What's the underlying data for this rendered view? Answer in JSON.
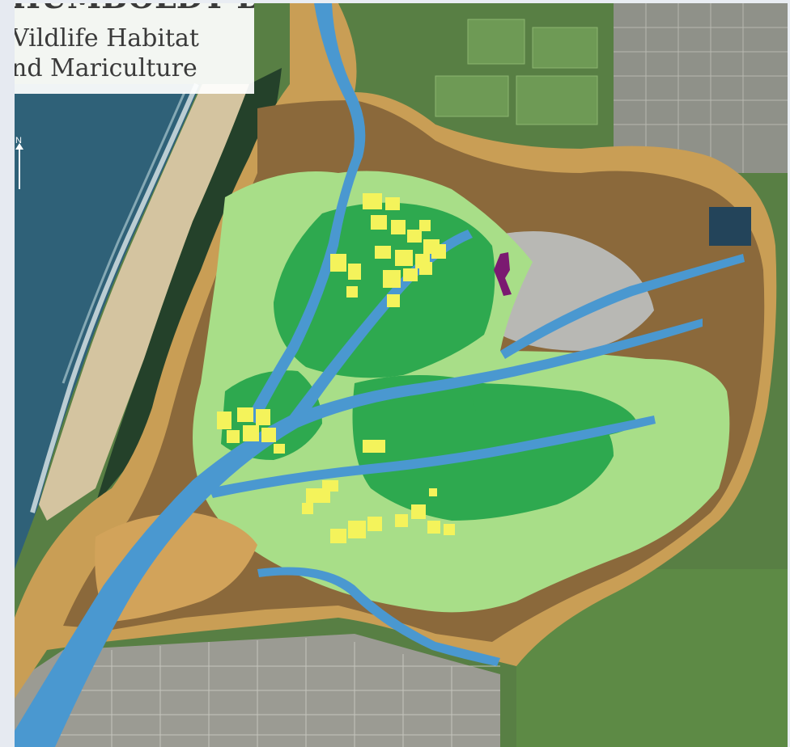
{
  "title": {
    "top_partial": "HUMBOLDT BAY",
    "line1": "Vildlife Habitat",
    "line2": "nd Mariculture"
  },
  "north_label": "N",
  "colors": {
    "ocean": "#2e5f74",
    "channel": "#4a97cf",
    "mudflat_brown": "#8b6a3c",
    "upland_tan": "#c9a05a",
    "eelgrass_dark": "#2eaa4e",
    "eelgrass_light": "#a8df8a",
    "mariculture_yellow": "#f3f35c",
    "purple_zone": "#7a1b70",
    "town": "#9a9a92",
    "farmland": "#4e7a3c",
    "forest": "#22391f",
    "beach": "#d6c5a3"
  },
  "icons": [
    "north-arrow-icon"
  ]
}
